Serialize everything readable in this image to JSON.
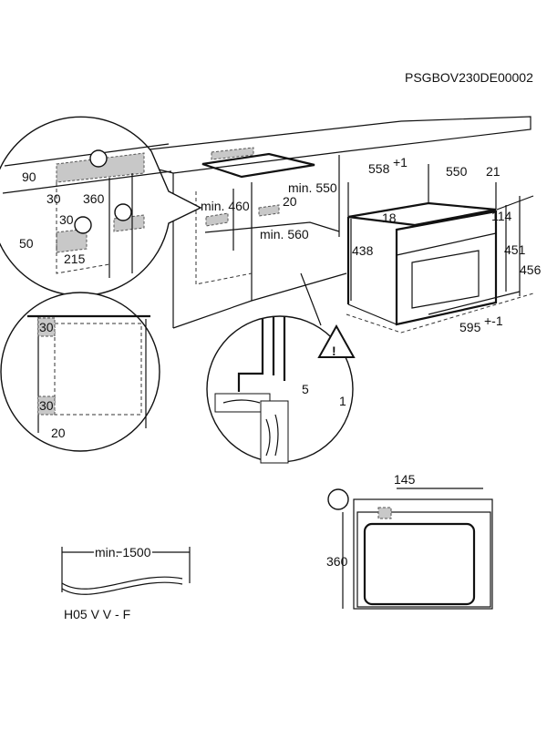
{
  "doc_code": "PSGBOV230DE00002",
  "detail_top_left": {
    "d90": "90",
    "d30a": "30",
    "d360": "360",
    "d30b": "30",
    "d50": "50",
    "d215": "215"
  },
  "niche": {
    "min460": "min. 460",
    "min550": "min. 550",
    "d20": "20",
    "min560": "min. 560"
  },
  "oven": {
    "w558": "558",
    "w558_tol": "+1",
    "d550": "550",
    "d21": "21",
    "d18": "18",
    "d114": "114",
    "h438": "438",
    "h451": "451",
    "h456": "456",
    "w595": "595",
    "w595_tol": "+-1"
  },
  "detail_bottom_left": {
    "d30a": "30",
    "d30b": "30",
    "d20": "20"
  },
  "detail_mount": {
    "d5": "5",
    "d1": "1"
  },
  "cable": {
    "length": "min. 1500",
    "type": "H05 V V - F"
  },
  "connection": {
    "d145": "145",
    "d360": "360"
  }
}
